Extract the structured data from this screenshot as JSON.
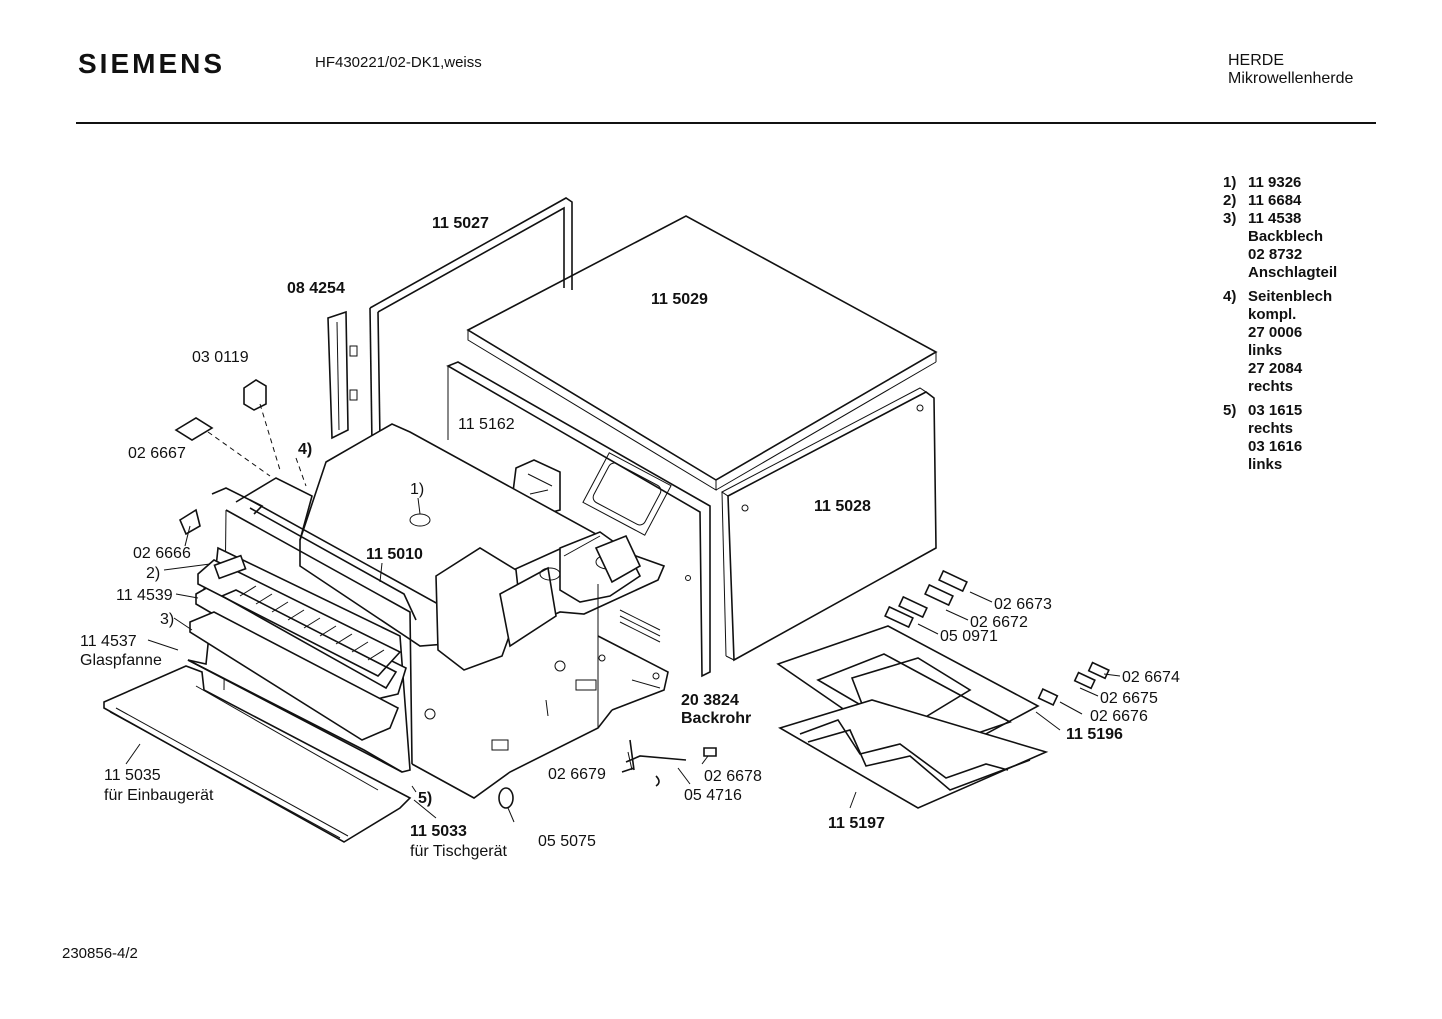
{
  "header": {
    "brand": "SIEMENS",
    "model": "HF430221/02-DK1,weiss",
    "category_line1": "HERDE",
    "category_line2": "Mikrowellenherde"
  },
  "footer": {
    "doc_number": "230856-4/2"
  },
  "legend": [
    {
      "num": "1)",
      "lines": [
        "11 9326"
      ]
    },
    {
      "num": "2)",
      "lines": [
        "11 6684"
      ]
    },
    {
      "num": "3)",
      "lines": [
        "11 4538",
        "Backblech",
        "02 8732",
        "Anschlagteil"
      ]
    },
    {
      "num": "4)",
      "lines": [
        "Seitenblech",
        "kompl.",
        "27 0006",
        "links",
        "27 2084",
        "rechts"
      ]
    },
    {
      "num": "5)",
      "lines": [
        "03 1615",
        "rechts",
        "03 1616",
        "links"
      ]
    }
  ],
  "labels": {
    "p115027": "11 5027",
    "p084254": "08 4254",
    "p030119": "03 0119",
    "p026667": "02 6667",
    "p4": "4)",
    "p115029": "11 5029",
    "p115162": "11 5162",
    "p1": "1)",
    "p115028": "11 5028",
    "p026666": "02 6666",
    "p2": "2)",
    "p115010": "11 5010",
    "p114539": "11 4539",
    "p3": "3)",
    "p114537": "11 4537",
    "glaspfanne": "Glaspfanne",
    "p026673": "02 6673",
    "p026672": "02 6672",
    "p050971": "05 0971",
    "p203824": "20 3824",
    "backrohr": "Backrohr",
    "p026674": "02 6674",
    "p026675": "02 6675",
    "p026676": "02 6676",
    "p115196": "11 5196",
    "p026679": "02 6679",
    "p026678": "02 6678",
    "p054716": "05 4716",
    "p115035": "11 5035",
    "einbau": "für Einbaugerät",
    "p5": "5)",
    "p115033": "11 5033",
    "tisch": "für Tischgerät",
    "p055075": "05 5075",
    "p115197": "11 5197"
  }
}
